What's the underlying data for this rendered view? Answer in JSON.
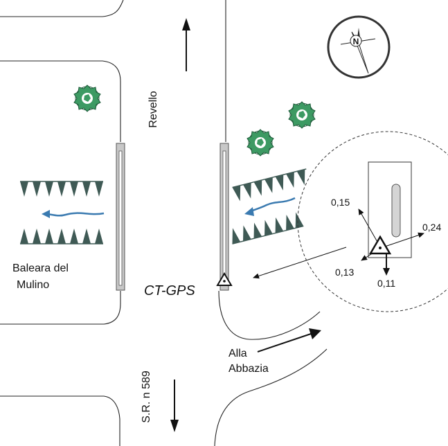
{
  "labels": {
    "revello": "Revello",
    "baleara_line1": "Baleara del",
    "baleara_line2": "Mulino",
    "ct_gps": "CT-GPS",
    "alla_line1": "Alla",
    "alla_line2": "Abbazia",
    "sr589": "S.R. n 589"
  },
  "measurements": {
    "nw": "0,15",
    "ne": "0,24",
    "sw": "0,13",
    "s": "0,11"
  },
  "compass": {
    "letter": "N"
  },
  "colors": {
    "vegetation": "#3d9a63",
    "vegetation_dark": "#1f5a3a",
    "water_arrow": "#3a7ab0",
    "rows": "#3f5a55",
    "lines": "#222222"
  }
}
